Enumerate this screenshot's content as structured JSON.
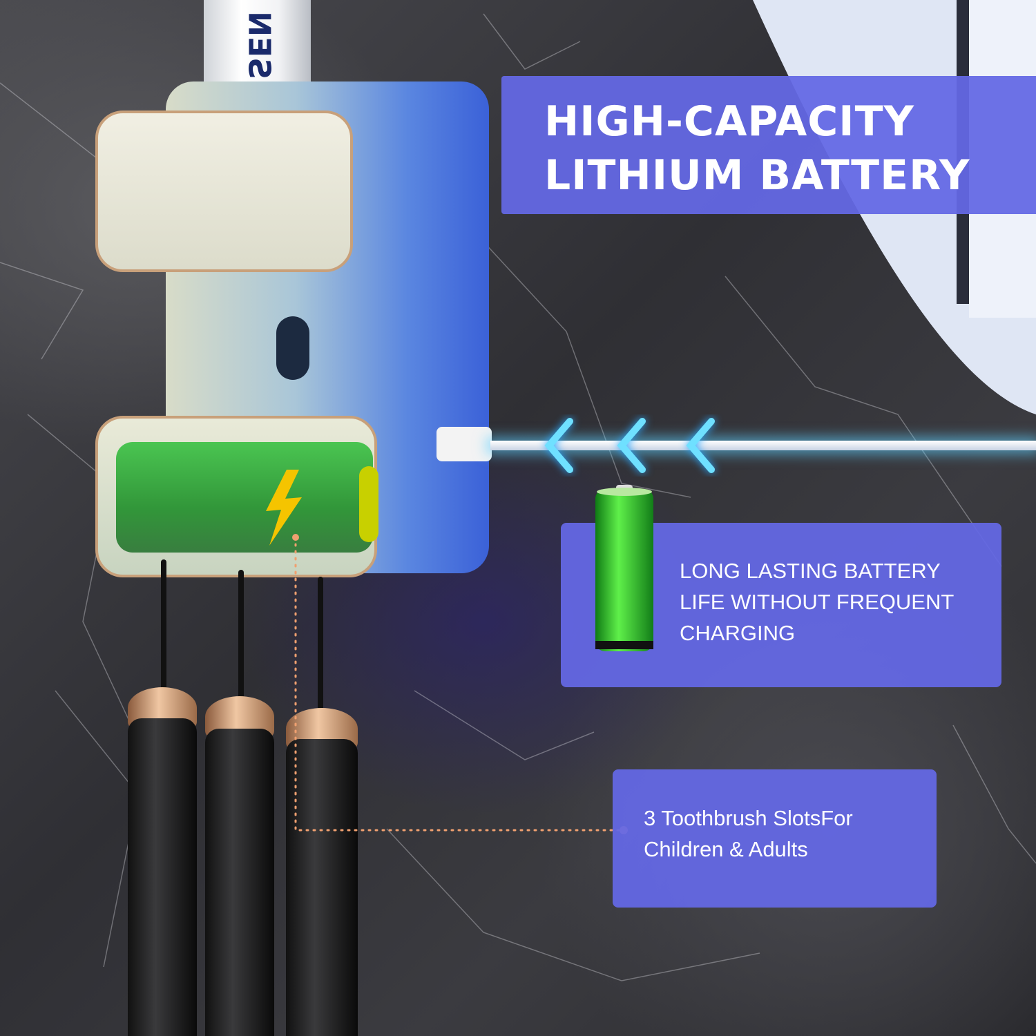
{
  "headline": {
    "line1": "HIGH-CAPACITY",
    "line2": "LITHIUM BATTERY"
  },
  "feature_battery": {
    "lines": [
      "LONG LASTING BATTERY",
      "LIFE WITHOUT FREQUENT",
      "CHARGING"
    ]
  },
  "feature_slots": {
    "lines": [
      "3 Toothbrush SlotsFor",
      "Children & Adults"
    ]
  },
  "tube_brand": "SEN",
  "colors": {
    "panel": "#6468e4",
    "callout_line": "#f0a070",
    "battery_green": "#2fc030",
    "cable_glow": "#5fd0ff"
  }
}
